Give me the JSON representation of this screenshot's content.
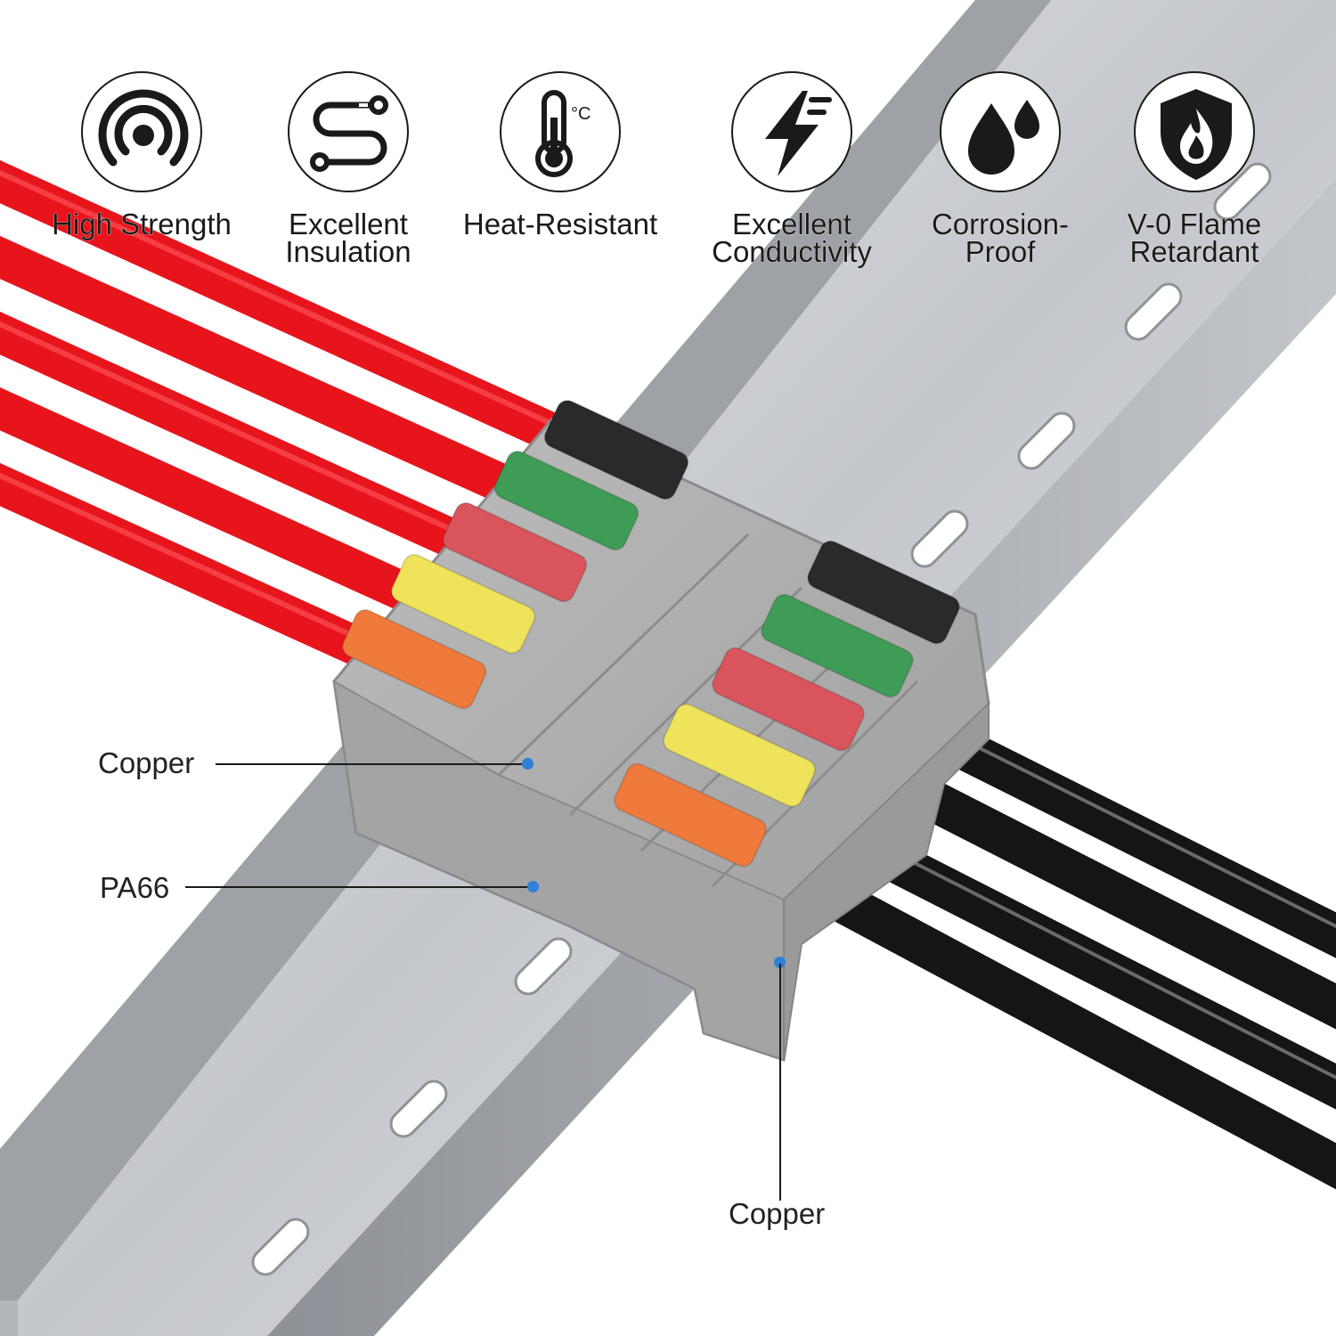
{
  "features": [
    {
      "icon": "concentric-signal-icon",
      "label": "High Strength"
    },
    {
      "icon": "path-route-icon",
      "label": "Excellent\nInsulation"
    },
    {
      "icon": "thermometer-celsius-icon",
      "label": "Heat-Resistant"
    },
    {
      "icon": "lightning-bolt-icon",
      "label": "Excellent\nConductivity"
    },
    {
      "icon": "water-drops-icon",
      "label": "Corrosion-\nProof"
    },
    {
      "icon": "flame-shield-icon",
      "label": "V-0 Flame\nRetardant"
    }
  ],
  "icon_text": {
    "celsius": "°C"
  },
  "callouts": {
    "copper_top": "Copper",
    "pa66": "PA66",
    "copper_bottom": "Copper"
  },
  "colors": {
    "red_wire": "#e8141c",
    "black_wire": "#151515",
    "lever_black": "#2a2a2a",
    "lever_green": "#3f9c57",
    "lever_red": "#d9545c",
    "lever_yellow": "#eee35a",
    "lever_orange": "#f07a3c",
    "housing_grey": "#a9a9a9",
    "rail_silver": "#c9ccd0",
    "callout_dot": "#2f7fd6"
  }
}
